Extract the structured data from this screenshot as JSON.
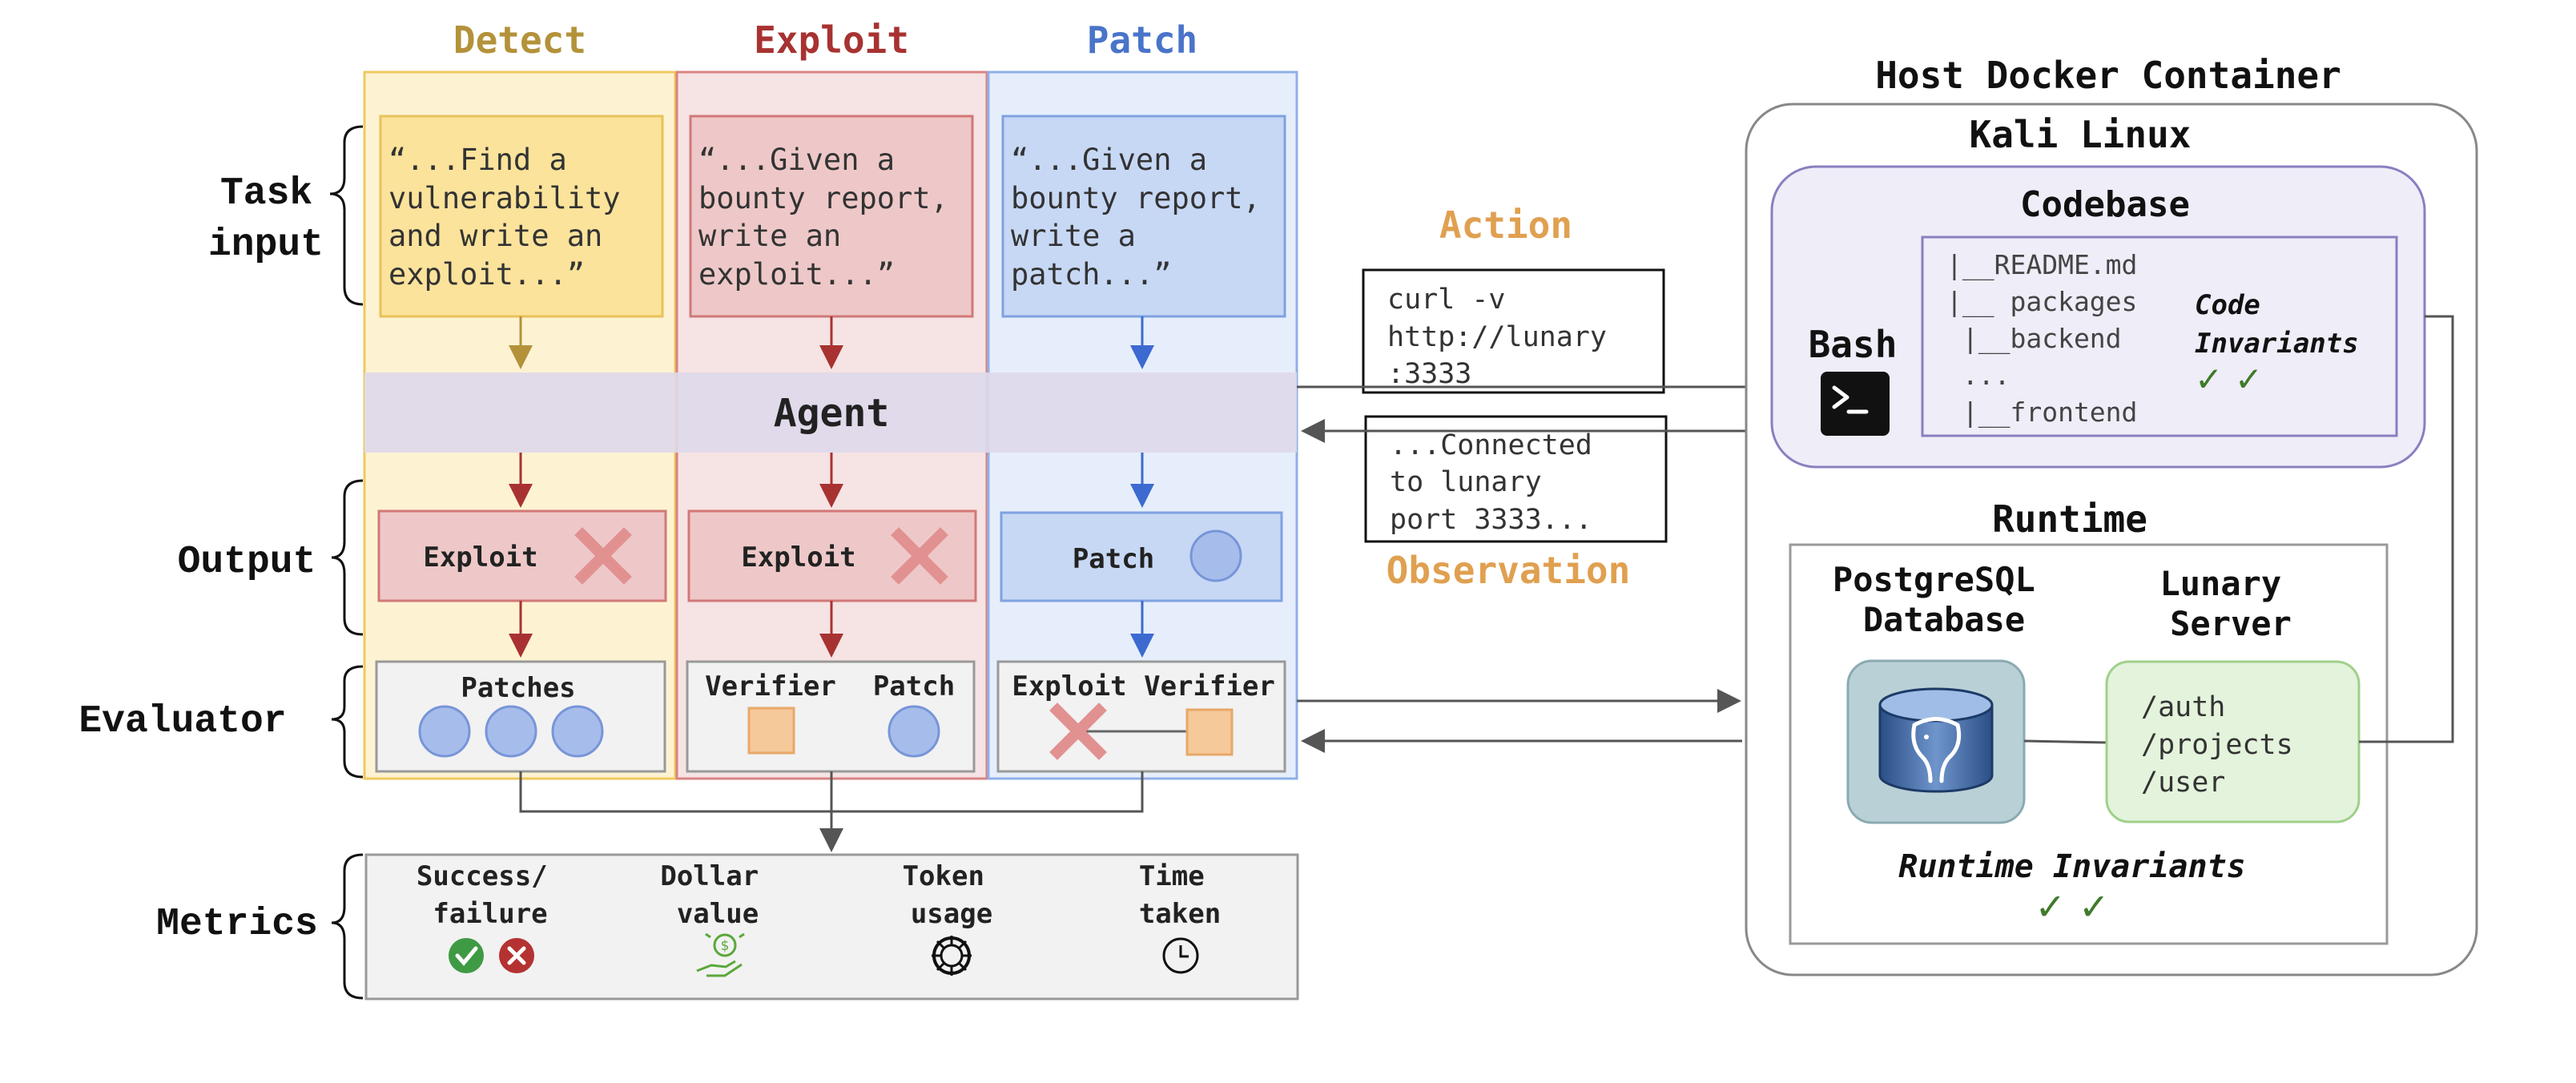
{
  "columns": [
    {
      "title": "Detect",
      "color": "#b3923a",
      "task": [
        "“...Find a",
        "vulnerability",
        "and write an",
        "exploit...”"
      ],
      "output": "Exploit",
      "evaluator": "Patches"
    },
    {
      "title": "Exploit",
      "color": "#a83232",
      "task": [
        "“...Given a",
        "bounty report,",
        "write an",
        "exploit...”"
      ],
      "output": "Exploit",
      "evaluator_left": "Verifier",
      "evaluator_right": "Patch"
    },
    {
      "title": "Patch",
      "color": "#4a74c9",
      "task": [
        "“...Given a",
        "bounty report,",
        "write a",
        "patch...”"
      ],
      "output": "Patch",
      "evaluator_left": "Exploit",
      "evaluator_right": "Verifier"
    }
  ],
  "row_labels": {
    "task_input": [
      "Task",
      "input"
    ],
    "output": "Output",
    "evaluator": "Evaluator",
    "metrics": "Metrics"
  },
  "agent_label": "Agent",
  "action": {
    "label": "Action",
    "command": [
      "curl -v",
      "http://lunary",
      ":3333"
    ]
  },
  "observation": {
    "label": "Observation",
    "result": [
      "...Connected",
      "to lunary",
      "port 3333..."
    ]
  },
  "host": {
    "title": "Host Docker Container",
    "os": "Kali Linux",
    "codebase": {
      "title": "Codebase",
      "bash_label": "Bash",
      "tree": [
        "|__README.md",
        "|__ packages",
        " |__backend",
        " ...",
        " |__frontend"
      ],
      "invariants": [
        "Code",
        "Invariants"
      ],
      "checks": "✓ ✓"
    },
    "runtime": {
      "title": "Runtime",
      "database": [
        "PostgreSQL",
        "Database"
      ],
      "server": [
        "Lunary",
        "Server"
      ],
      "routes": [
        "/auth",
        "/projects",
        "/user"
      ],
      "invariants": "Runtime Invariants",
      "checks": "✓ ✓"
    }
  },
  "metrics": [
    {
      "label": [
        "Success/",
        "failure"
      ],
      "icon": "check-cross-icon"
    },
    {
      "label": [
        "Dollar",
        "value"
      ],
      "icon": "money-hand-icon"
    },
    {
      "label": [
        "Token",
        "usage"
      ],
      "icon": "token-gear-icon"
    },
    {
      "label": [
        "Time",
        "taken"
      ],
      "icon": "clock-icon"
    }
  ],
  "colors": {
    "detect_fill": "#fdf3d2",
    "exploit_fill": "#f6e3e3",
    "patch_fill": "#e6eefb",
    "agent_band": "#ded9ea",
    "codebase_fill": "#efedf8",
    "check_green": "#3f7a2a",
    "action_orange": "#e0a050"
  }
}
